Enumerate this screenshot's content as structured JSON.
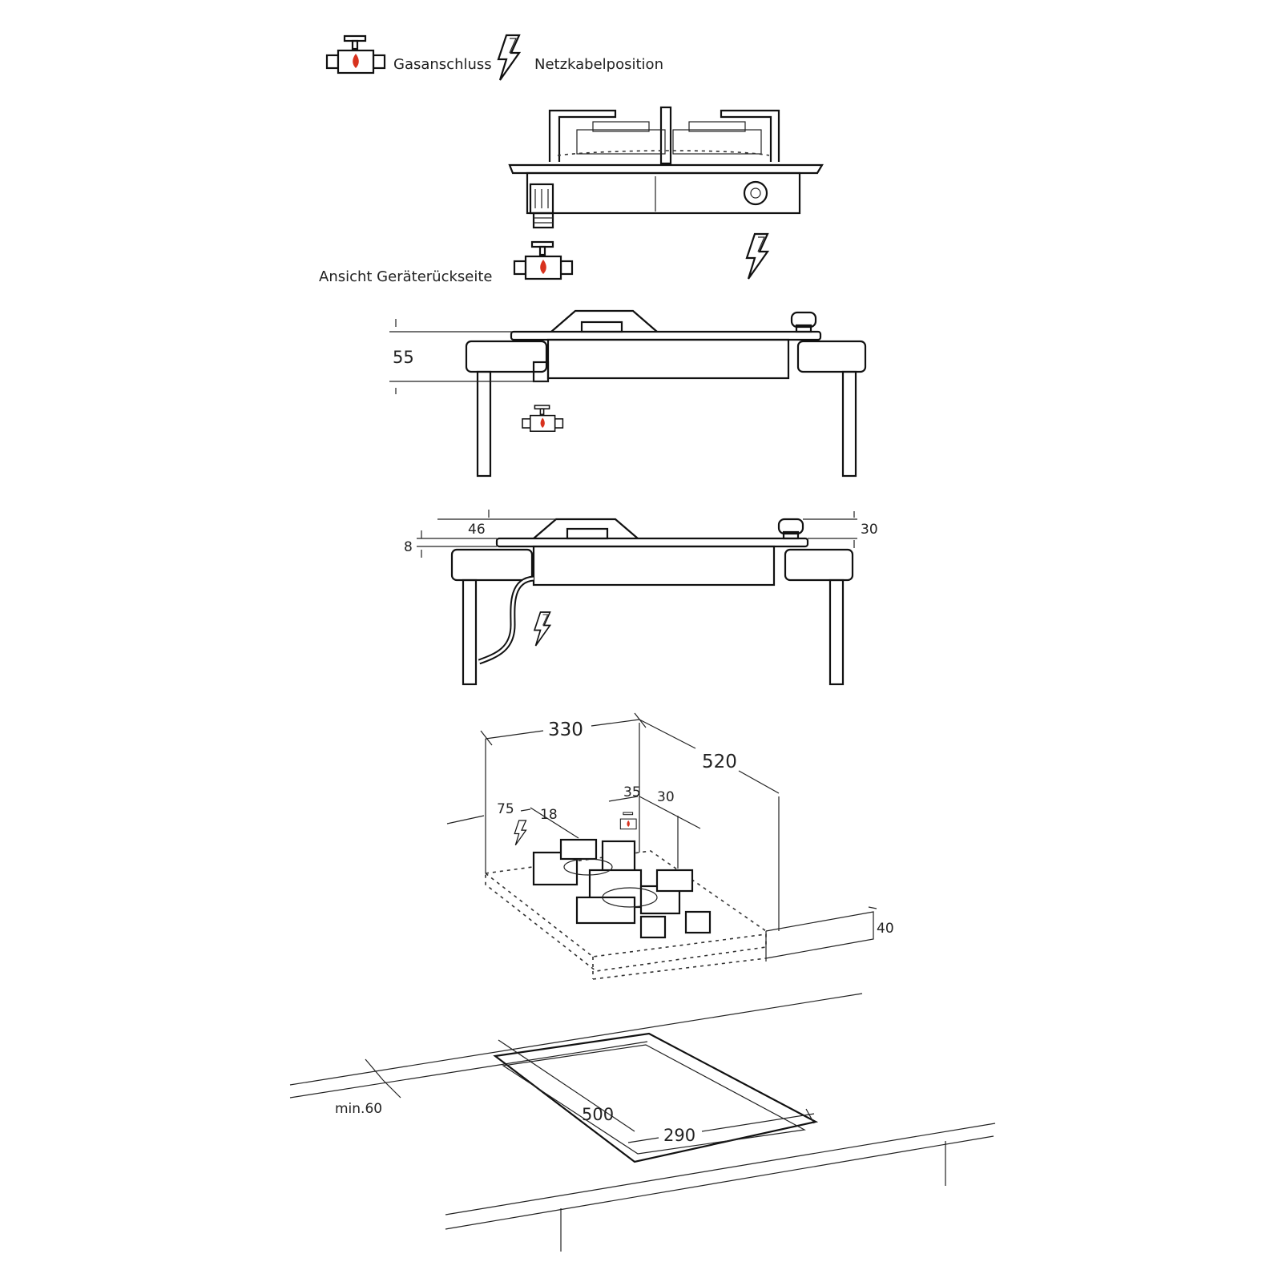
{
  "legend": {
    "gas_connection": "Gasanschluss",
    "power_cable_position": "Netzkabelposition"
  },
  "rear_view": {
    "caption": "Ansicht Geräterückseite"
  },
  "side_view_gas": {
    "depth_below_worktop": "55"
  },
  "side_view_power": {
    "hob_glass_thickness": "8",
    "pan_support_height": "46",
    "knob_height": "30"
  },
  "installation_3d": {
    "width": "330",
    "depth": "520",
    "offset_left": "75",
    "offset_18": "18",
    "offset_35": "35",
    "offset_30": "30",
    "worktop_thickness": "40"
  },
  "cutout": {
    "min_distance_wall": "min.60",
    "cutout_length": "500",
    "cutout_width": "290"
  },
  "colors": {
    "line": "#111111",
    "gas_flame": "#d8321e"
  }
}
